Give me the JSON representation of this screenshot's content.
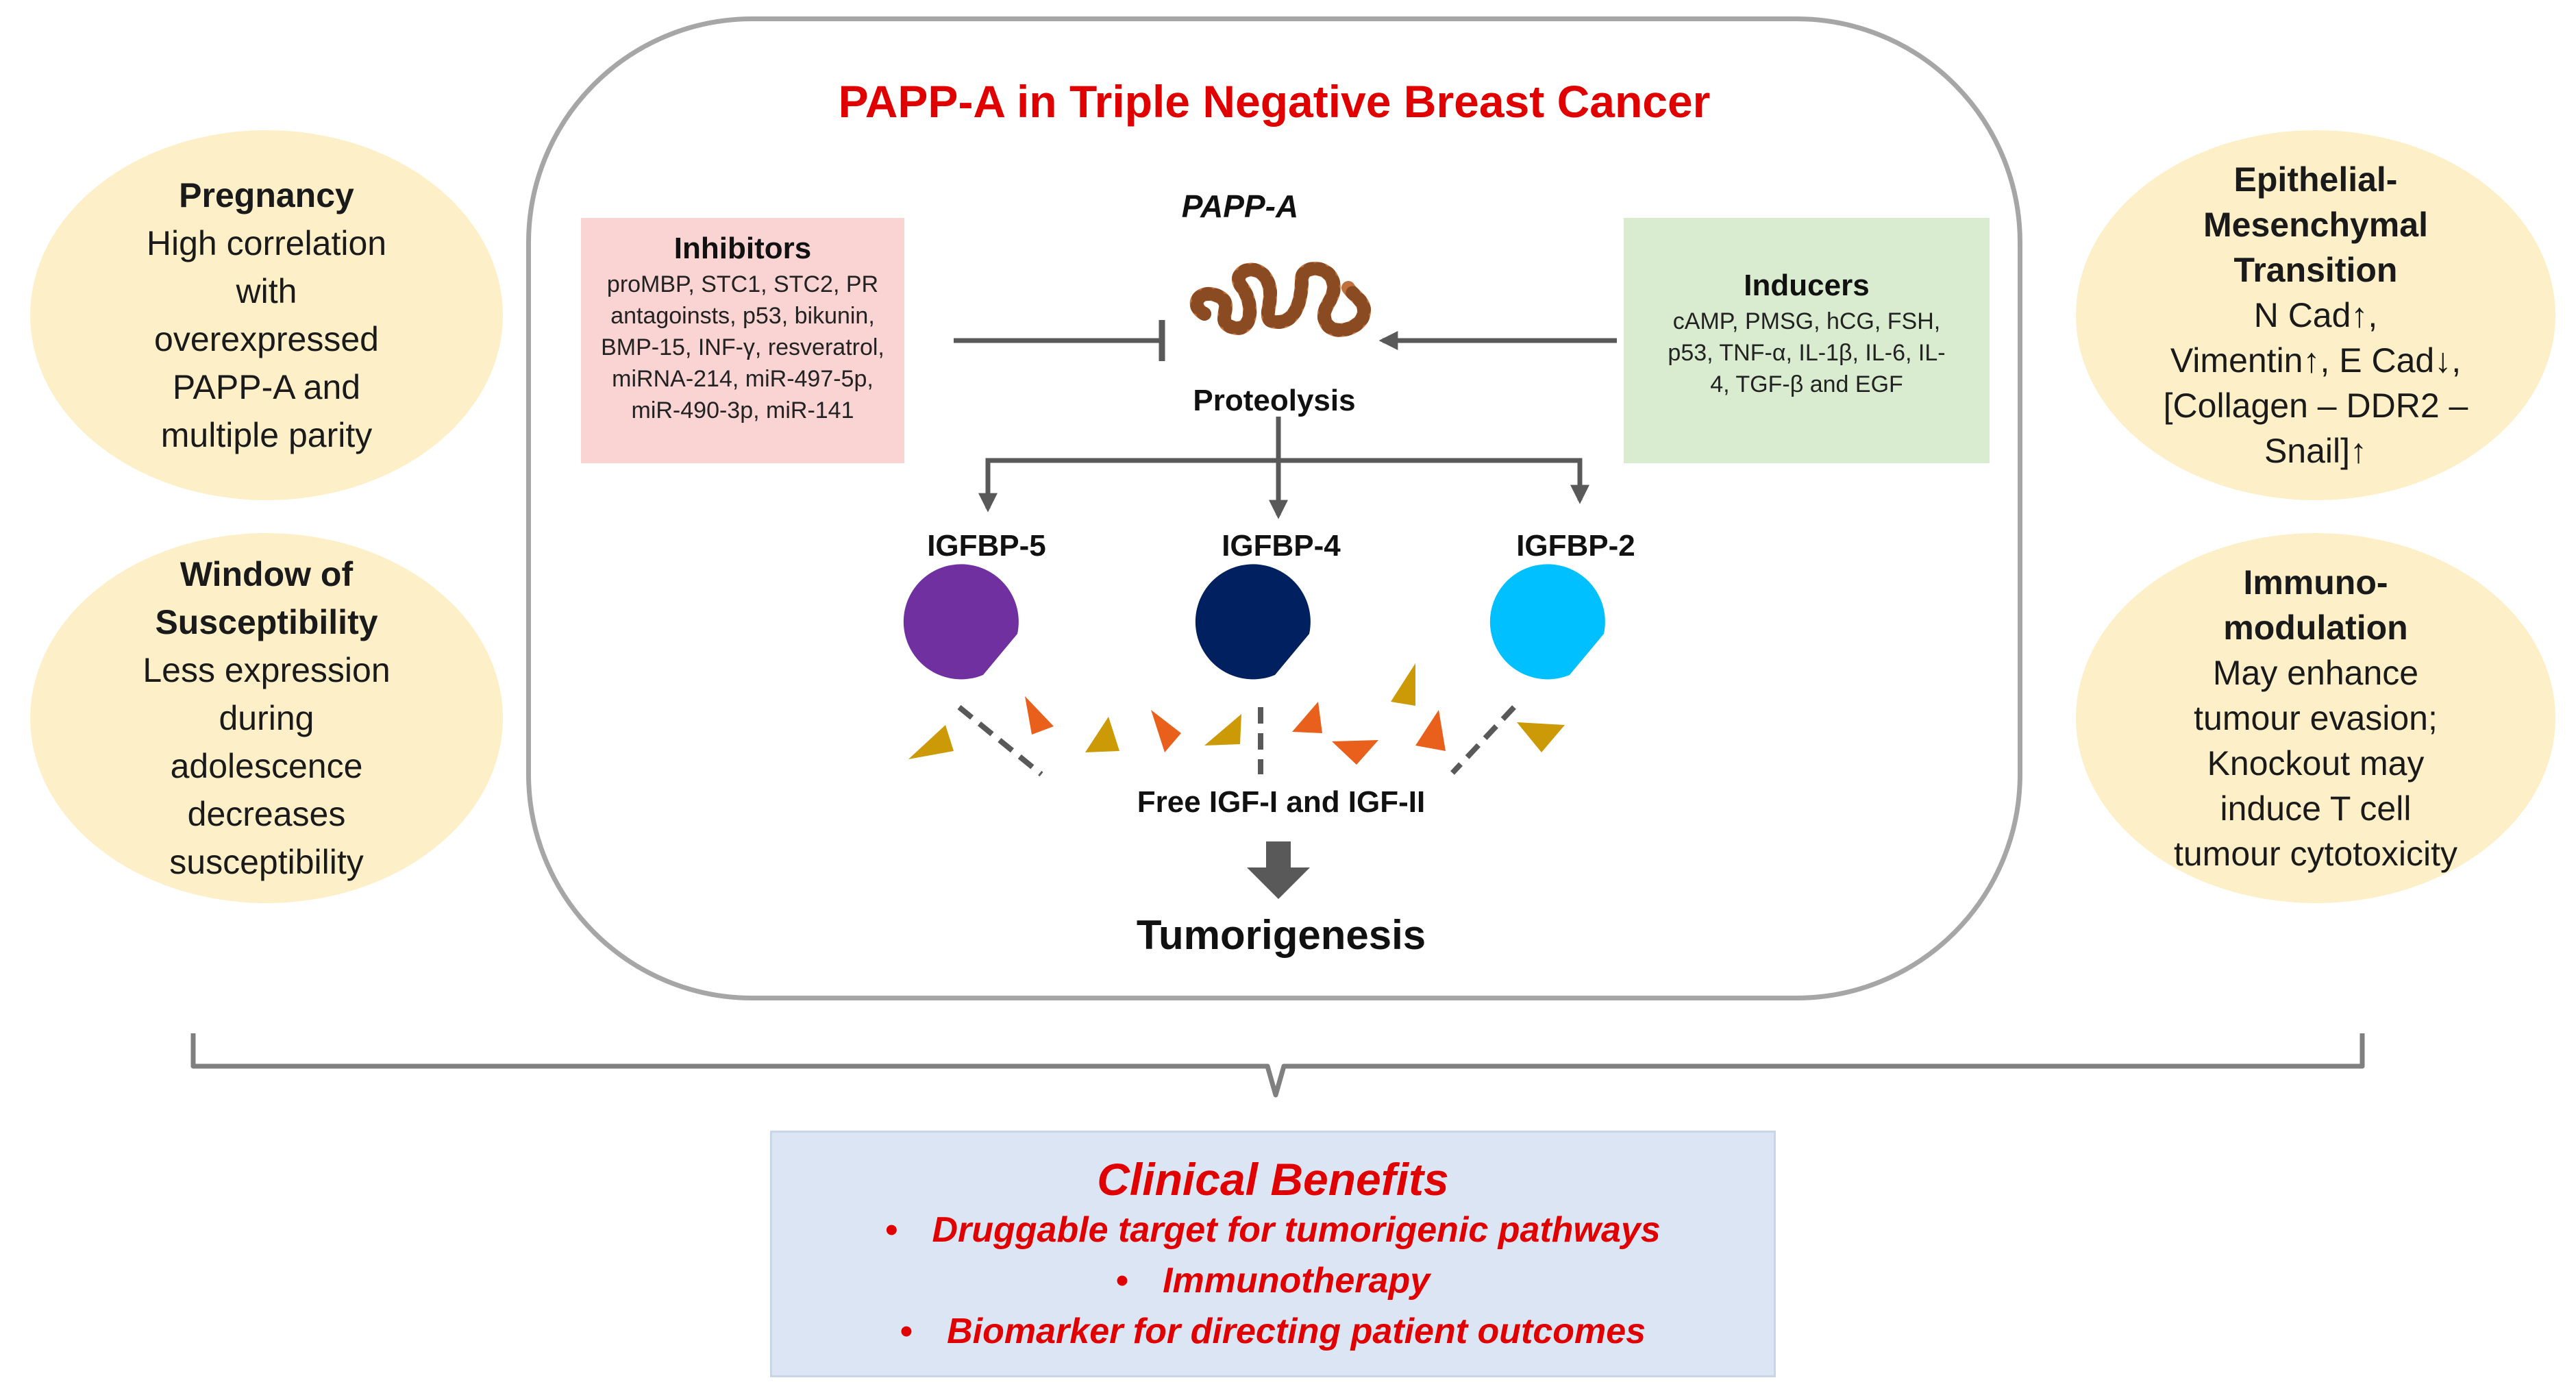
{
  "title": "PAPP-A in Triple Negative Breast Cancer",
  "left_ovals": [
    {
      "heading": "Pregnancy",
      "lines": [
        "High correlation",
        "with",
        "overexpressed",
        "PAPP-A and",
        "multiple parity"
      ]
    },
    {
      "heading_lines": [
        "Window of",
        "Susceptibility"
      ],
      "lines": [
        "Less expression",
        "during",
        "adolescence",
        "decreases",
        "susceptibility"
      ]
    }
  ],
  "right_ovals": [
    {
      "heading_lines": [
        "Epithelial-",
        "Mesenchymal",
        "Transition"
      ],
      "lines": [
        "N Cad↑,",
        "Vimentin↑, E Cad↓,",
        "[Collagen – DDR2 –",
        "Snail]↑"
      ]
    },
    {
      "heading_lines": [
        "Immuno-",
        "modulation"
      ],
      "lines": [
        "May enhance",
        "tumour evasion;",
        "Knockout may",
        "induce T cell",
        "tumour cytotoxicity"
      ]
    }
  ],
  "inhibitors": {
    "heading": "Inhibitors",
    "lines": [
      "proMBP, STC1, STC2, PR",
      "antagoinsts, p53, bikunin,",
      "BMP-15, INF-γ, resveratrol,",
      "miRNA-214, miR-497-5p,",
      "miR-490-3p, miR-141"
    ]
  },
  "inducers": {
    "heading": "Inducers",
    "lines": [
      "cAMP, PMSG, hCG, FSH,",
      "p53, TNF-α, IL-1β, IL-6, IL-",
      "4, TGF-β and EGF"
    ]
  },
  "papp_a_label": "PAPP-A",
  "proteolysis_label": "Proteolysis",
  "igfbps": [
    {
      "label": "IGFBP-5",
      "color": "#7030a0"
    },
    {
      "label": "IGFBP-4",
      "color": "#002060"
    },
    {
      "label": "IGFBP-2",
      "color": "#00c0ff"
    }
  ],
  "free_igf_label": "Free IGF-I and IGF-II",
  "tumorigenesis_label": "Tumorigenesis",
  "clinical_benefits": {
    "heading": "Clinical Benefits",
    "bullet": "•",
    "items": [
      "Druggable target for tumorigenic pathways",
      "Immunotherapy",
      "Biomarker for directing patient outcomes"
    ]
  },
  "colors": {
    "title": "#e00000",
    "oval_fill": "#fdf0c8",
    "inhibitor_fill": "#fad3d3",
    "inducer_fill": "#d9ecd0",
    "clinical_fill": "#dbe5f3",
    "frame": "#a6a6a6",
    "arrow": "#595959",
    "protein": "#c0703c",
    "fragment_orange": "#e8601c",
    "fragment_gold": "#cc9a06"
  }
}
